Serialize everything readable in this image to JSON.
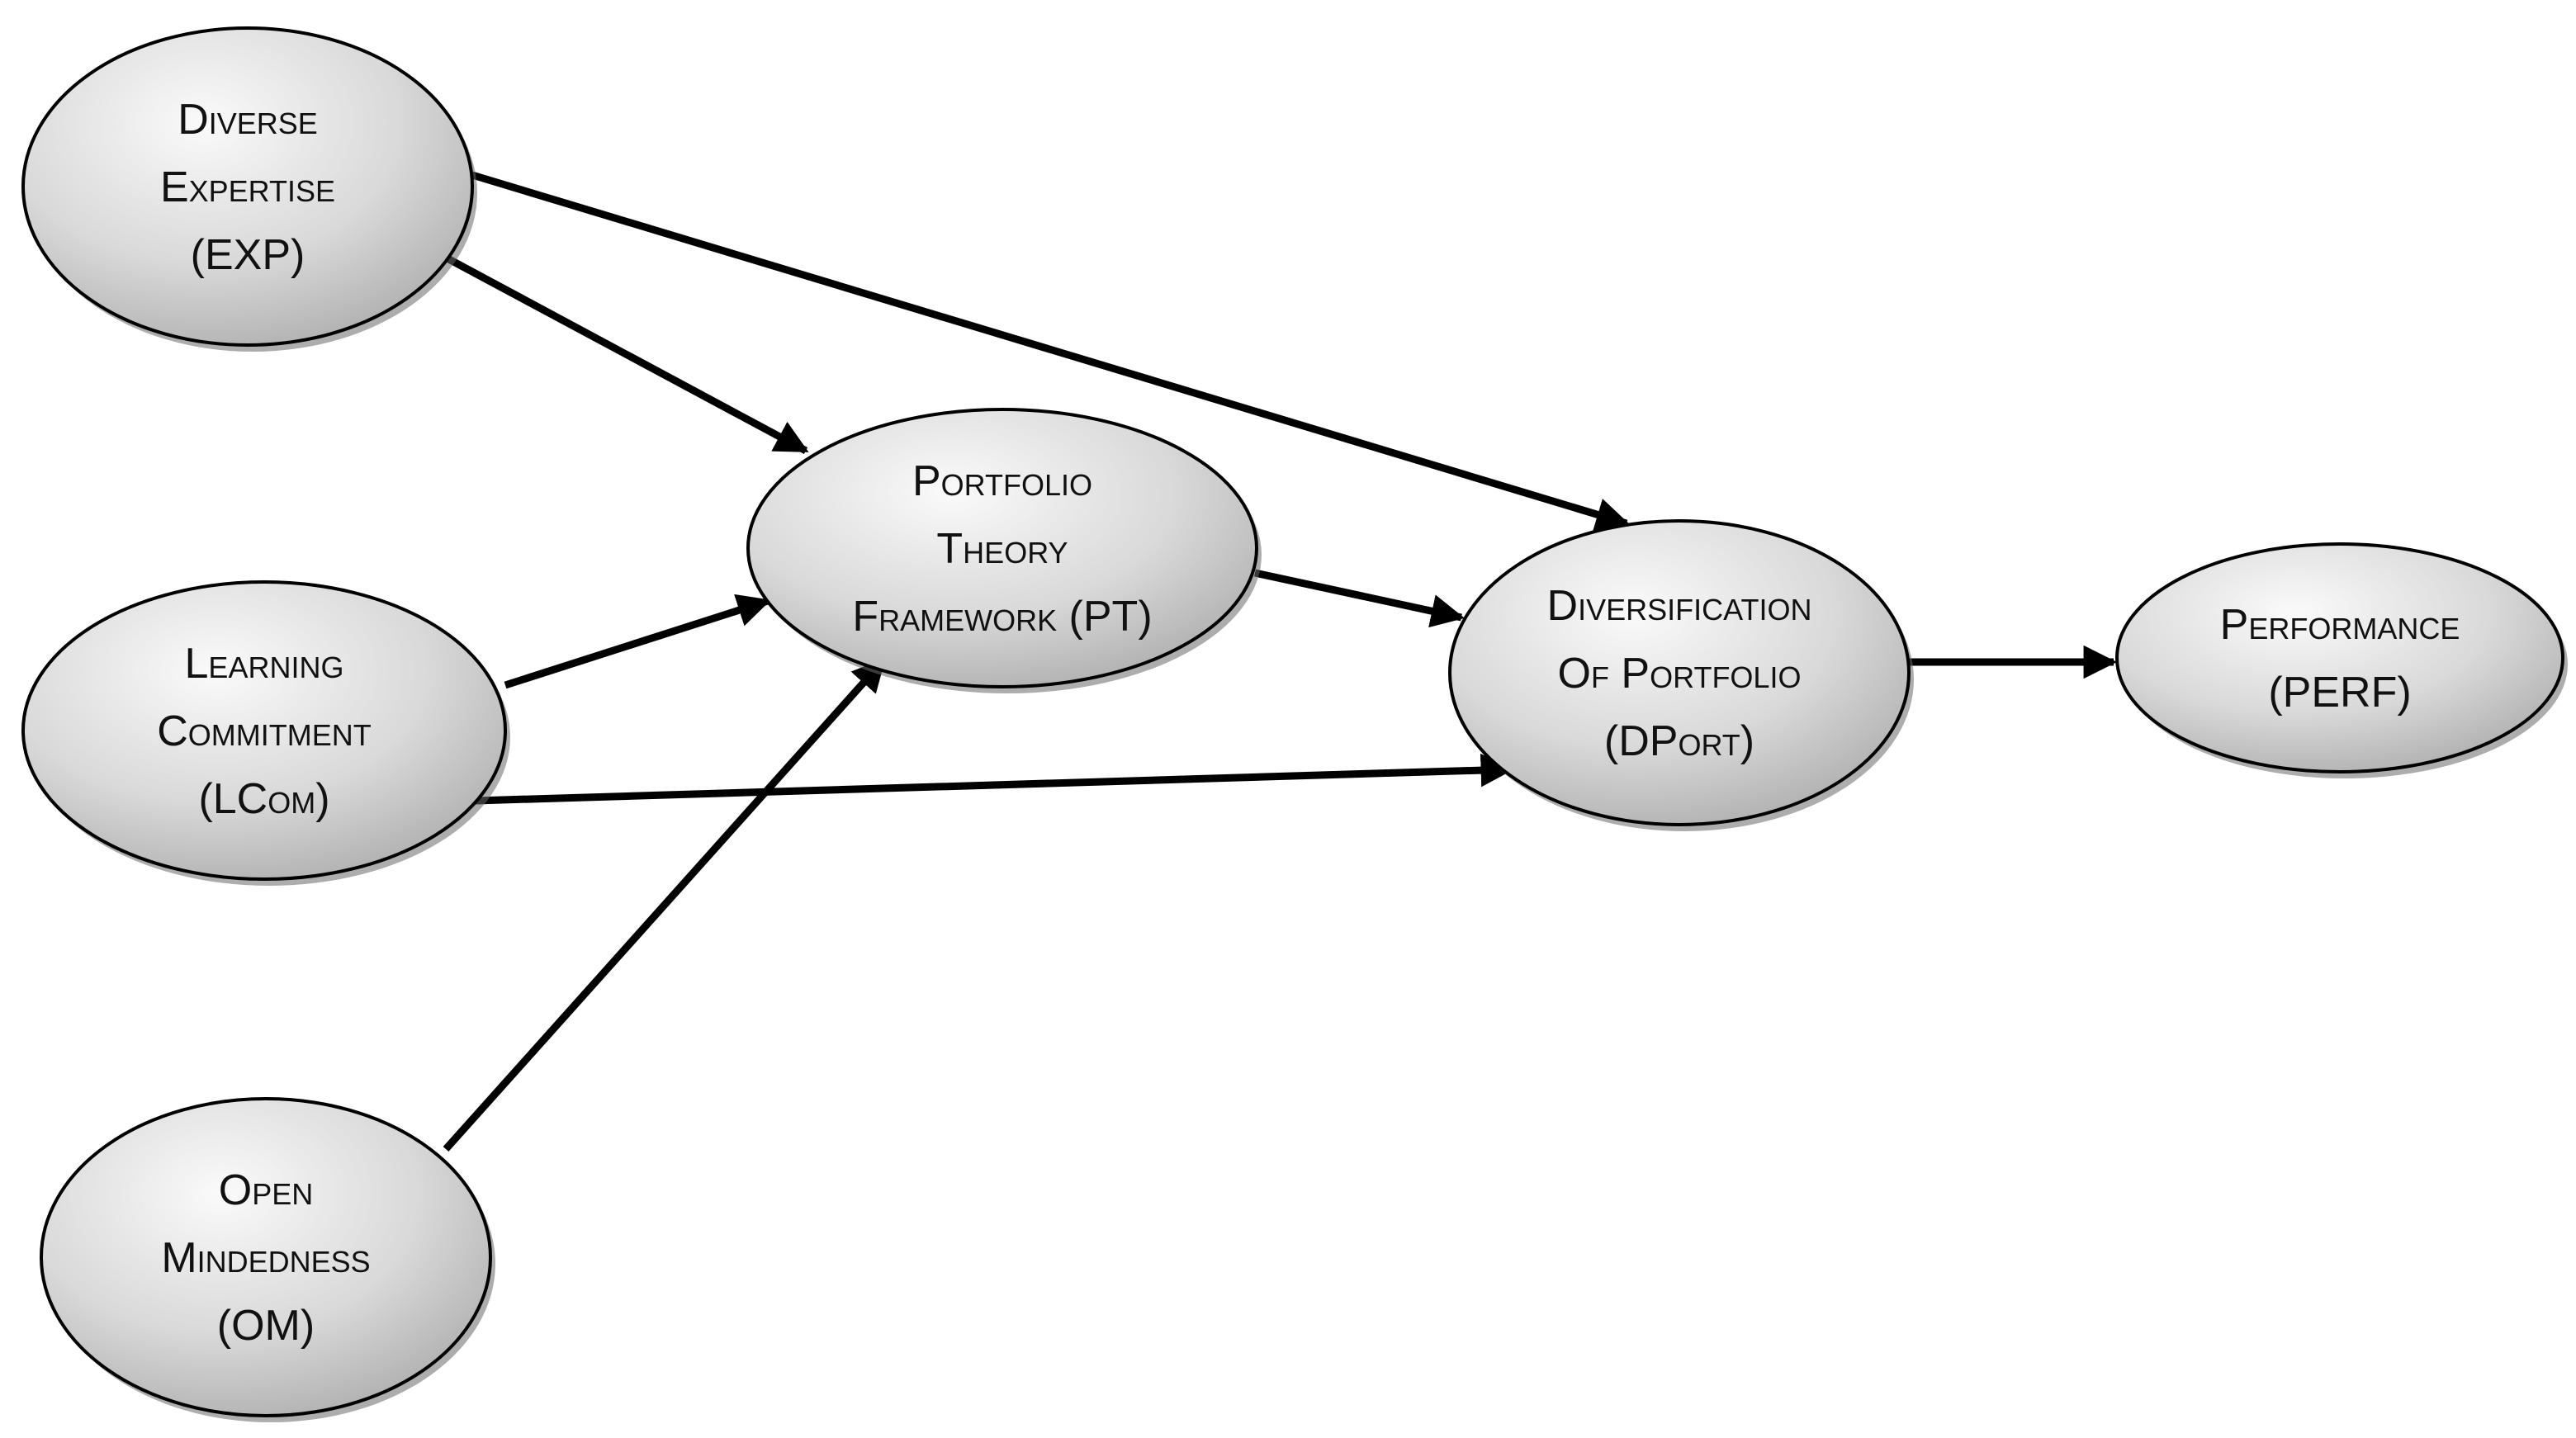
{
  "diagram": {
    "nodes": [
      {
        "id": "exp",
        "lines": [
          "Diverse",
          "Expertise",
          "(EXP)"
        ]
      },
      {
        "id": "lcom",
        "lines": [
          "Learning",
          "Commitment",
          "(LCom)"
        ]
      },
      {
        "id": "om",
        "lines": [
          "Open",
          "Mindedness",
          "(OM)"
        ]
      },
      {
        "id": "pt",
        "lines": [
          "Portfolio",
          "Theory",
          "Framework (PT)"
        ]
      },
      {
        "id": "dport",
        "lines": [
          "Diversification",
          "Of Portfolio",
          "(DPort)"
        ]
      },
      {
        "id": "perf",
        "lines": [
          "Performance",
          "(PERF)"
        ]
      }
    ],
    "edges": [
      {
        "from": "exp",
        "to": "pt"
      },
      {
        "from": "exp",
        "to": "dport"
      },
      {
        "from": "lcom",
        "to": "pt"
      },
      {
        "from": "lcom",
        "to": "dport"
      },
      {
        "from": "om",
        "to": "pt"
      },
      {
        "from": "pt",
        "to": "dport"
      },
      {
        "from": "dport",
        "to": "perf"
      }
    ],
    "colors": {
      "node_fill_light": "#fafafa",
      "node_fill_dark": "#a9a9a9",
      "stroke": "#000000",
      "text": "#111111"
    }
  }
}
